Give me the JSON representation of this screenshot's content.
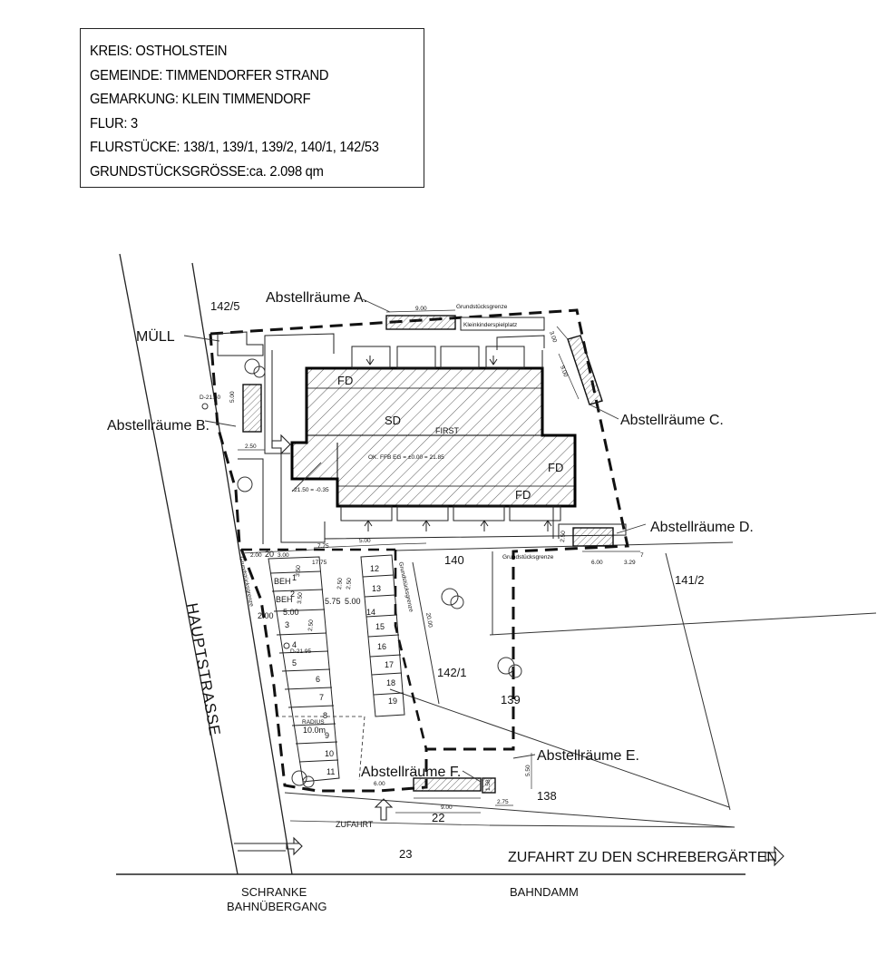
{
  "info": {
    "kreis": "KREIS: OSTHOLSTEIN",
    "gemeinde": "GEMEINDE: TIMMENDORFER STRAND",
    "gemarkung": "GEMARKUNG: KLEIN TIMMENDORF",
    "flur": "FLUR: 3",
    "flurstuecke": "FLURSTÜCKE: 138/1, 139/1, 139/2, 140/1, 142/53",
    "groesse": "GRUNDSTÜCKSGRÖSSE:ca. 2.098 qm"
  },
  "labels": {
    "abstell_a": "Abstellräume A.",
    "abstell_b": "Abstellräume B.",
    "abstell_c": "Abstellräume C.",
    "abstell_d": "Abstellräume D.",
    "abstell_e": "Abstellräume E.",
    "abstell_f": "Abstellräume F.",
    "muell": "MÜLL",
    "grenze_top": "Grundstücksgrenze",
    "grenze_mid": "Grundstücksgrenze",
    "grenze_left": "Grundstücksgrenze",
    "grenze_right": "Grundstücksgrenze",
    "spielplatz": "Kleinkinderspielplatz",
    "sd": "SD",
    "first": "FIRST",
    "fd_top": "FD",
    "fd_right": "FD",
    "fd_bottom": "FD",
    "ok_feb": "OK. FFB EG = ±0.00 = 21.85",
    "level_left": "-21.50 = -0.35",
    "d_top": "D-21.50",
    "d_bot": "D-21.95",
    "hauptstrasse": "HAUPTSTRASSE",
    "schranke": "SCHRANKE",
    "bahnuebergang": "BAHNÜBERGANG",
    "bahndamm": "BAHNDAMM",
    "zufahrt": "ZUFAHRT",
    "zufahrt_schreber": "ZUFAHRT ZU DEN SCHREBERGÄRTEN",
    "radius": "RADIUS",
    "radius_val": "10.0m"
  },
  "parcels": {
    "p142_5": "142/5",
    "p140": "140",
    "p141_2": "141/2",
    "p142_1": "142/1",
    "p139": "139",
    "p138": "138",
    "p22": "22",
    "p23": "23"
  },
  "parking_left": [
    "BEH",
    "BEH",
    "3",
    "4",
    "5",
    "6",
    "7",
    "8",
    "9",
    "10",
    "11"
  ],
  "parking_left_nums": [
    "1",
    "2"
  ],
  "parking_right": [
    "12",
    "13",
    "14",
    "15",
    "16",
    "17",
    "18",
    "19"
  ],
  "dims": {
    "d900_top": "9.00",
    "d300": "3.00",
    "d900_c": "9.00",
    "d500": "5.00",
    "d250_b": "2.50",
    "d775": "7.75",
    "d500_mid": "5.00",
    "d250_d": "2.50",
    "d600_d": "6.00",
    "d329": "3.29",
    "d329_sup": "7",
    "d200": "2.00",
    "d20": "20",
    "d300_p": "3.00",
    "d1775": "17.75",
    "d350a": "3.50",
    "d250a": "2.50",
    "d250b": "2.50",
    "d350b": "3.50",
    "d575": "5.75",
    "d500_p": "5.00",
    "d200_p": "2.00",
    "d500_p2": "5.00",
    "d500_r": "5.00",
    "d250_p": "2.50",
    "d2000": "20.00",
    "d600_f": "6.00",
    "d900_f": "9.00",
    "d275": "2.75",
    "d550": "5.50",
    "d158": "1.58"
  }
}
